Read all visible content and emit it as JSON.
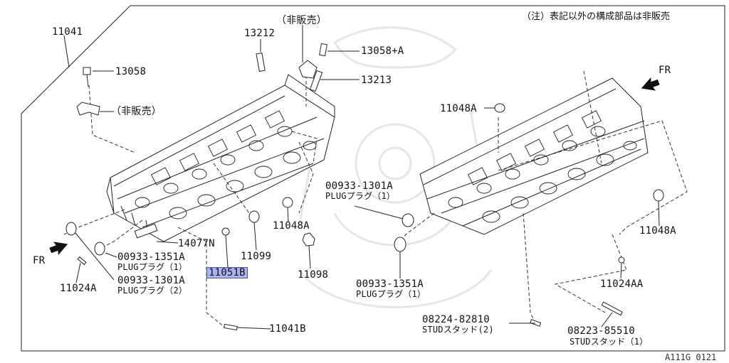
{
  "note": "（注）表記以外の構成部品は非販売",
  "diagram_code": "A111G 0121",
  "direction_labels": {
    "fr_right": "FR",
    "fr_left": "FR"
  },
  "callouts": {
    "p11041": "11041",
    "p13058": "13058",
    "hibaibai_left": "（非販売）",
    "p13212": "13212",
    "hibaibai_top": "（非販売）",
    "p13058A": "13058+A",
    "p13213": "13213",
    "p11048A_top": "11048A",
    "p00933_1301A_mid": "00933-1301A",
    "plug_mid": "PLUGプラグ（1）",
    "p11048A_mid": "11048A",
    "p14077N": "14077N",
    "p11099": "11099",
    "p11051B": "11051B",
    "p11098": "11098",
    "p00933_1351A_left": "00933-1351A",
    "plug_left1": "PLUGプラグ（1）",
    "p00933_1301A_left": "00933-1301A",
    "plug_left2": "PLUGプラグ（2）",
    "p11024A": "11024A",
    "p11041B": "11041B",
    "p00933_1351A_center": "00933-1351A",
    "plug_center": "PLUGプラグ（1）",
    "p08224": "08224-82810",
    "stud_08224": "STUDスタッド(2)",
    "p11048A_right": "11048A",
    "p11024AA": "11024AA",
    "p08223": "08223-85510",
    "stud_08223": "STUDスタッド（1）"
  }
}
